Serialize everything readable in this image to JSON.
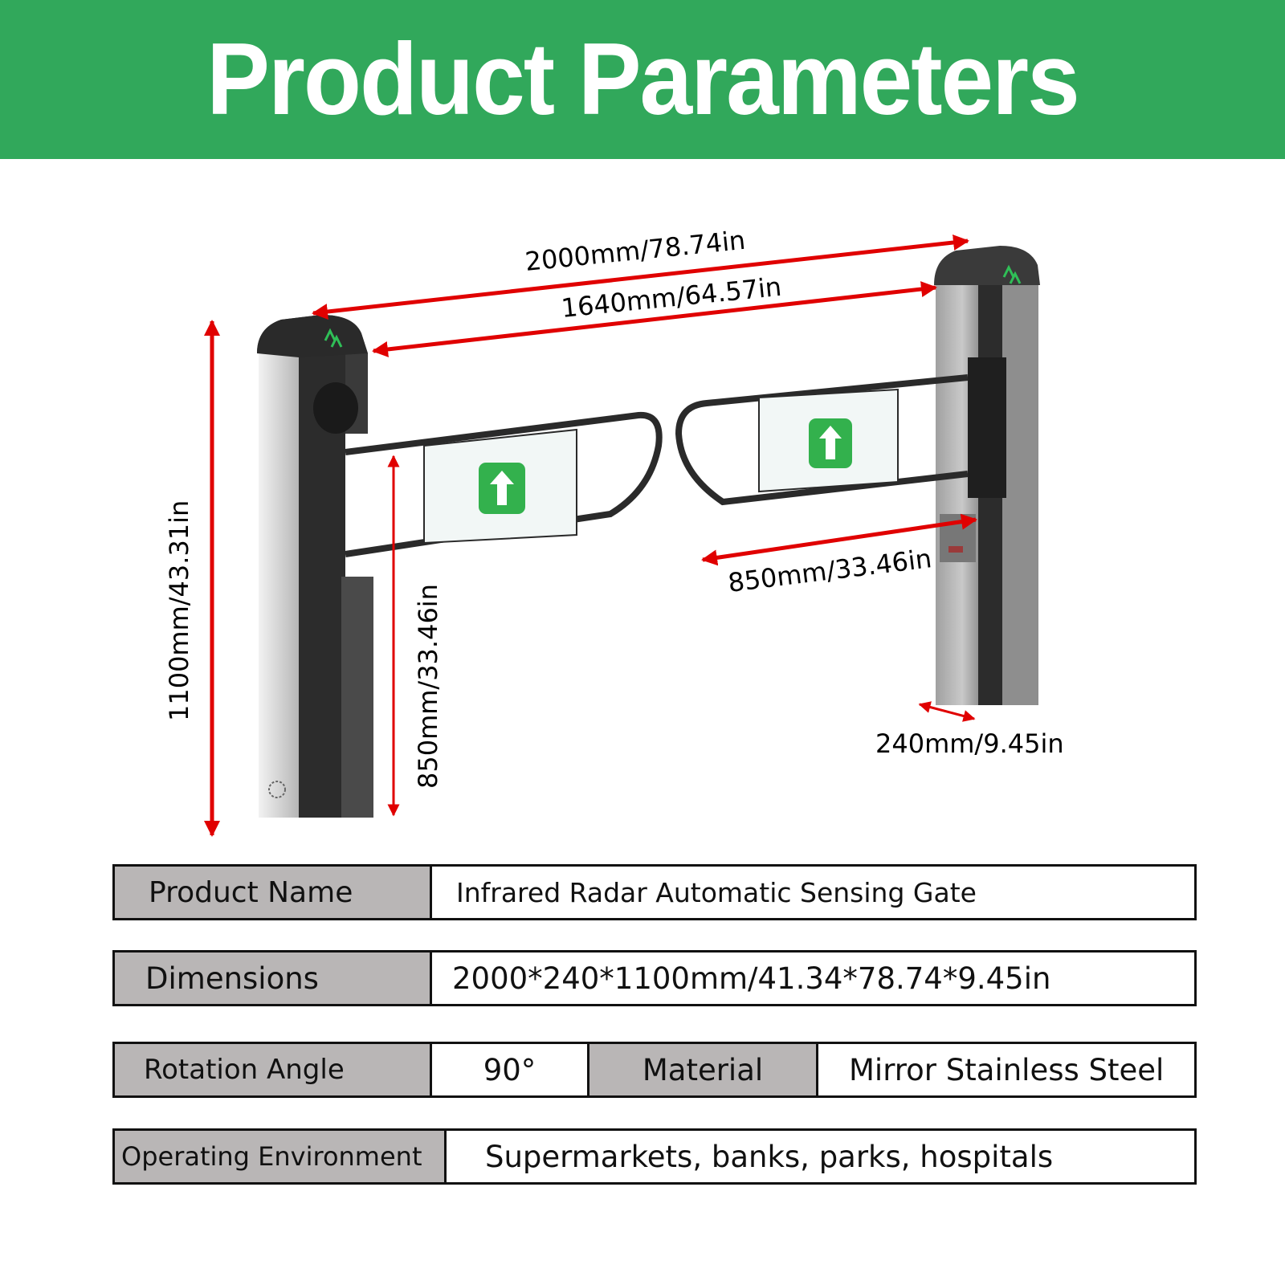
{
  "header": {
    "title": "Product Parameters"
  },
  "diagram": {
    "overall_width": "2000mm/78.74in",
    "inner_width": "1640mm/64.57in",
    "height": "1100mm/43.31in",
    "arm_height": "850mm/33.46in",
    "arm_length": "850mm/33.46in",
    "post_depth": "240mm/9.45in",
    "arrow_color": "#e00000",
    "sign_color": "#33b14d",
    "sign_icon": "arrow-up-icon"
  },
  "specs": {
    "product_name": {
      "label": "Product Name",
      "value": "Infrared Radar Automatic Sensing Gate"
    },
    "dimensions": {
      "label": "Dimensions",
      "value": "2000*240*1100mm/41.34*78.74*9.45in"
    },
    "rotation_angle": {
      "label": "Rotation Angle",
      "value": "90°"
    },
    "material": {
      "label": "Material",
      "value": "Mirror Stainless Steel"
    },
    "operating_environment": {
      "label": "Operating Environment",
      "value": "Supermarkets, banks, parks, hospitals"
    }
  }
}
